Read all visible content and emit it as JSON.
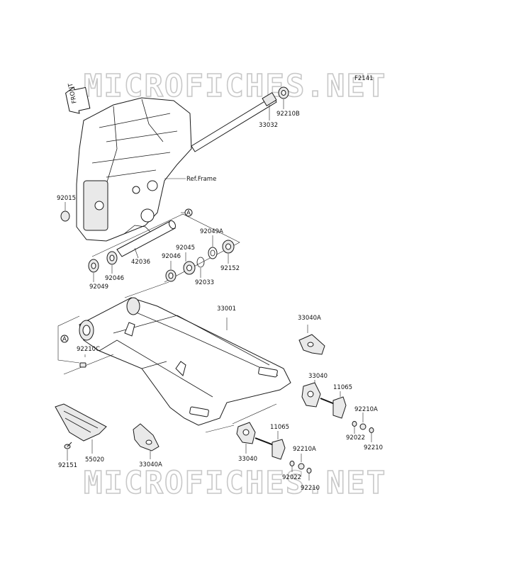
{
  "watermark": {
    "top_text": "MICROFICHES.NET",
    "bottom_text": "MICROFICHES.NET"
  },
  "figure_code": "F2141",
  "front_marker": "FRONT",
  "ref_frame": "Ref.Frame",
  "circle_marker": "A",
  "parts": {
    "p92210B": "92210B",
    "p33032": "33032",
    "p92015": "92015",
    "p42036": "42036",
    "p92049_left": "92049",
    "p92046_left": "92046",
    "p92049A": "92049A",
    "p92045": "92045",
    "p92046_mid": "92046",
    "p92152": "92152",
    "p92033": "92033",
    "p33001": "33001",
    "p33040A_upper": "33040A",
    "p92210C": "92210C",
    "p33040_right": "33040",
    "p11065_right": "11065",
    "p92210A_right": "92210A",
    "p92022_right": "92022",
    "p92210_right": "92210",
    "p92151": "92151",
    "p55020": "55020",
    "p33040A_lower": "33040A",
    "p33040_mid": "33040",
    "p11065_mid": "11065",
    "p92210A_mid": "92210A",
    "p92022_mid": "92022",
    "p92210_mid": "92210"
  }
}
